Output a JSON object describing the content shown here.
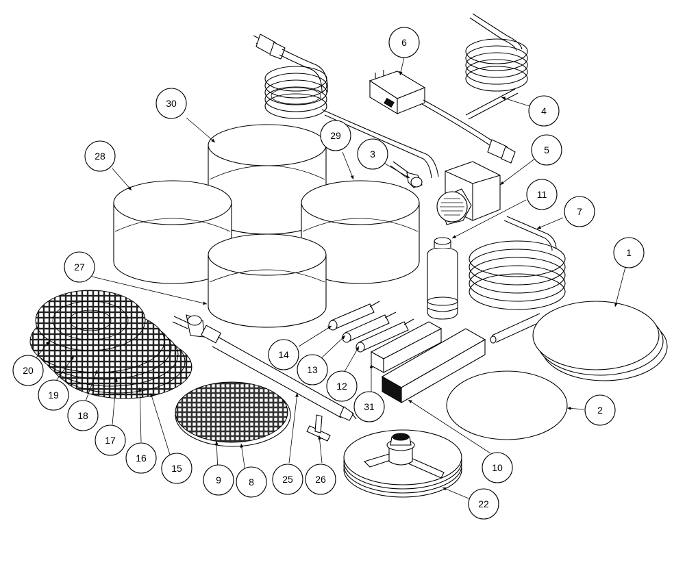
{
  "callouts": [
    {
      "label": "1"
    },
    {
      "label": "2"
    },
    {
      "label": "3"
    },
    {
      "label": "4"
    },
    {
      "label": "5"
    },
    {
      "label": "6"
    },
    {
      "label": "7"
    },
    {
      "label": "8"
    },
    {
      "label": "9"
    },
    {
      "label": "10"
    },
    {
      "label": "11"
    },
    {
      "label": "12"
    },
    {
      "label": "13"
    },
    {
      "label": "14"
    },
    {
      "label": "15"
    },
    {
      "label": "16"
    },
    {
      "label": "17"
    },
    {
      "label": "18"
    },
    {
      "label": "19"
    },
    {
      "label": "20"
    },
    {
      "label": "22"
    },
    {
      "label": "25"
    },
    {
      "label": "26"
    },
    {
      "label": "27"
    },
    {
      "label": "28"
    },
    {
      "label": "29"
    },
    {
      "label": "30"
    },
    {
      "label": "31"
    }
  ],
  "colors": {
    "line": "#000000",
    "background": "#ffffff",
    "grit_fill": "#3a3a3a"
  },
  "icons": {
    "plug": "ac-plug-icon",
    "adapter": "power-adapter-icon",
    "pump": "water-pump-icon"
  }
}
